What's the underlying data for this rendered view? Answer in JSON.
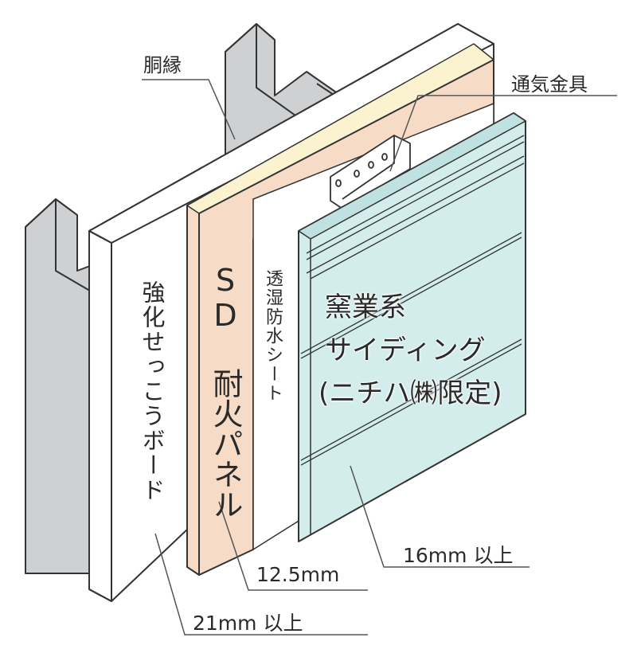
{
  "labels": {
    "furring_strip": "胴縁",
    "vent_bracket": "通気金具",
    "gypsum_board": "強化せっこうボード",
    "sd_panel": "SD 耐火パネル",
    "membrane": "透湿防水シート",
    "siding_line1": "窯業系",
    "siding_line2": "サイディング",
    "siding_line3": "(ニチハ㈱限定)",
    "siding_thickness": "16mm 以上",
    "panel_thickness": "12.5mm",
    "board_thickness": "21mm 以上"
  },
  "colors": {
    "stud": "#cfd0d2",
    "board": "#ffffff",
    "panel": "#f6dcc6",
    "panel_top": "#fbf3cf",
    "siding": "#d3ecec",
    "outline": "#333333",
    "leader": "#555555"
  }
}
